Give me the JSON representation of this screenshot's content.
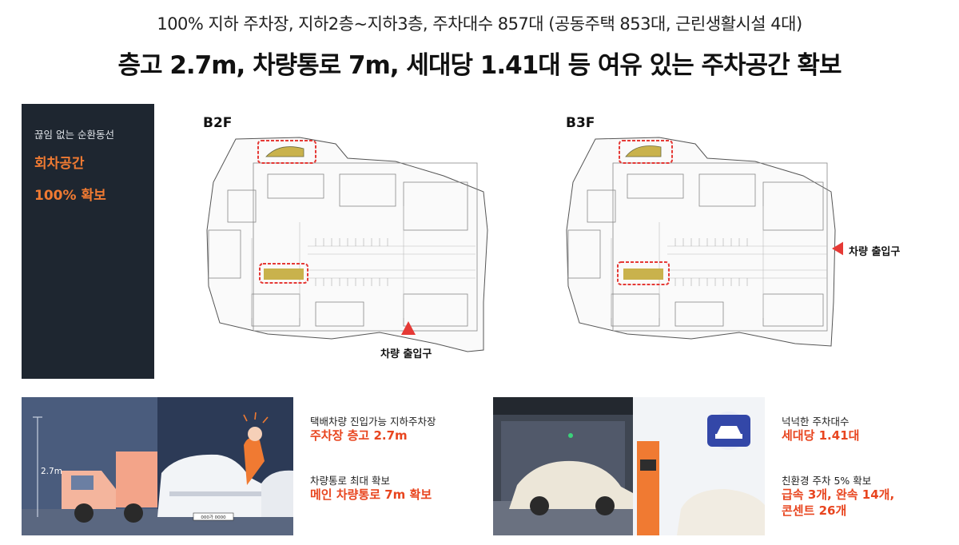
{
  "header": {
    "line1": "100% 지하 주차장, 지하2층~지하3층, 주차대수 857대 (공동주택 853대, 근린생활시설 4대)",
    "line2": "층고 2.7m, 차량통로 7m, 세대당 1.41대 등 여유 있는 주차공간 확보"
  },
  "side_panel": {
    "subtitle": "끊임 없는 순환동선",
    "highlight1": "회차공간",
    "highlight2": "100% 확보"
  },
  "plans": {
    "b2f_label": "B2F",
    "b3f_label": "B3F",
    "b2f_entry": "차량 출입구",
    "b3f_entry": "차량 출입구"
  },
  "illustration_left": {
    "height_label": "2.7m",
    "plate": "000가 0000"
  },
  "features": {
    "f1_caption": "택배차량 진입가능 지하주차장",
    "f1_value": "주차장 층고 2.7m",
    "f2_caption": "차량통로 최대 확보",
    "f2_value": "메인 차량통로 7m 확보",
    "f3_caption": "넉넉한 주차대수",
    "f3_value": "세대당 1.41대",
    "f4_caption": "친환경 주차 5% 확보",
    "f4_value_line1": "급속 3개, 완속 14개,",
    "f4_value_line2": "콘센트 26개"
  },
  "colors": {
    "accent_orange": "#f07a32",
    "accent_red": "#e8451f",
    "panel_dark": "#1e2630",
    "highlight_box": "#e53935"
  }
}
